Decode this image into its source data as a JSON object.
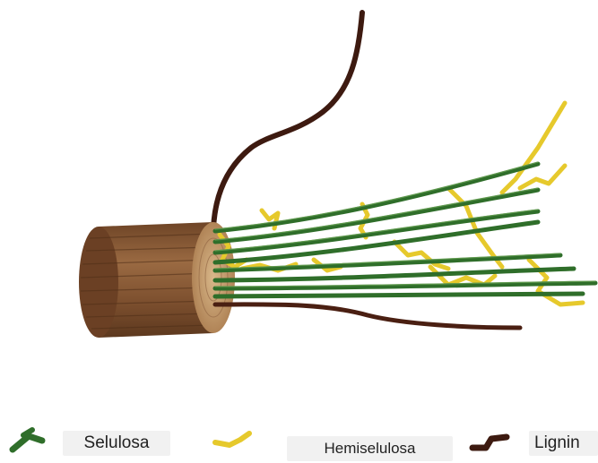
{
  "legend": [
    {
      "icon": "cellulose-fiber-icon",
      "label": "Selulosa",
      "color": "#2e6b2e"
    },
    {
      "icon": "hemicellulose-strand-icon",
      "label": "Hemiselulosa",
      "color": "#e8cf2a"
    },
    {
      "icon": "lignin-strand-icon",
      "label": "Lignin",
      "color": "#4a1f12"
    }
  ],
  "colors": {
    "wood": "#8a5a36",
    "wood_face": "#b88a60",
    "cellulose": "#2f6e2a",
    "hemicellulose": "#e6c92c",
    "lignin": "#3d1a10"
  }
}
